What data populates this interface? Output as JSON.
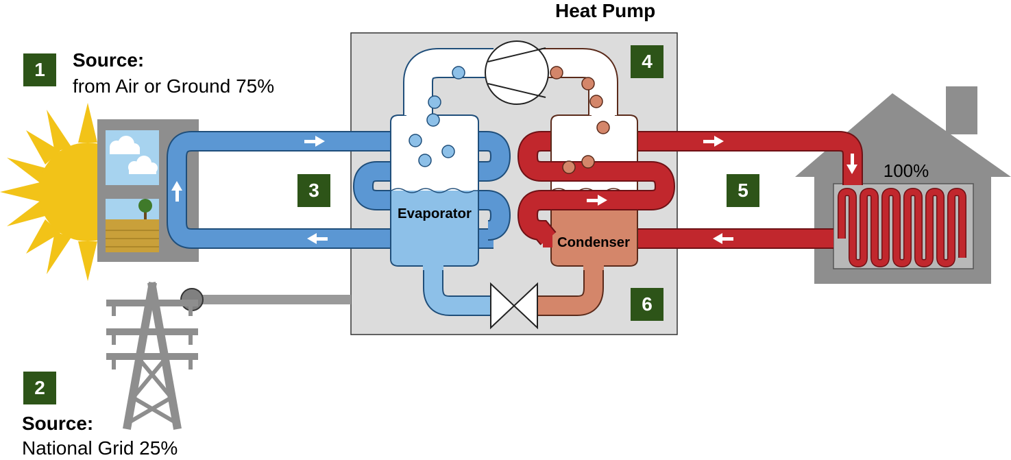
{
  "title": "Heat Pump",
  "source1": {
    "number": "1",
    "heading": "Source:",
    "detail": "from Air or Ground 75%"
  },
  "source2": {
    "number": "2",
    "heading": "Source:",
    "detail": "National Grid 25%"
  },
  "steps": {
    "three": "3",
    "four": "4",
    "five": "5",
    "six": "6"
  },
  "evaporator_label": "Evaporator",
  "condenser_label": "Condenser",
  "output_label": "100%",
  "colors": {
    "cold_pipe": "#5b97d3",
    "cold_fluid": "#8dc0e8",
    "hot_pipe": "#c1272d",
    "hot_fluid": "#d4866a",
    "badge": "#2d5418",
    "sun": "#f2c318",
    "grey": "#8e8e8e"
  }
}
